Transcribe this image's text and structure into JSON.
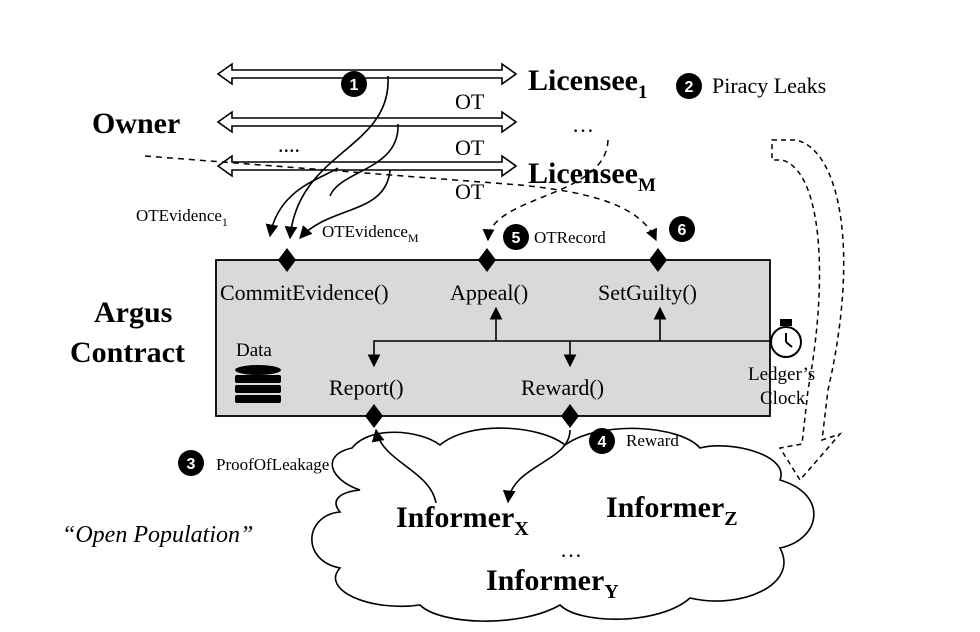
{
  "labels": {
    "owner": "Owner",
    "licensee": "Licensee",
    "licensee_sub1": "1",
    "licensee_subM": "M",
    "ot": "OT",
    "ellipsis_h": "....",
    "ellipsis_v": "…",
    "piracy_leaks": "Piracy Leaks",
    "ot_evidence": "OTEvidence",
    "ot_evidence_sub1": "1",
    "ot_evidence_subM": "M",
    "ot_record": "OTRecord",
    "argus": "Argus",
    "contract": "Contract",
    "data": "Data",
    "ledger_clock_line1": "Ledger’s",
    "ledger_clock_line2": "Clock",
    "proof_of_leakage": "ProofOfLeakage",
    "reward_label": "Reward",
    "open_population": "“Open Population”",
    "informer": "Informer",
    "informer_x": "X",
    "informer_y": "Y",
    "informer_z": "Z",
    "informer_ellipsis": "…"
  },
  "functions": {
    "commit_evidence": "CommitEvidence()",
    "appeal": "Appeal()",
    "set_guilty": "SetGuilty()",
    "report": "Report()",
    "reward": "Reward()"
  },
  "badges": [
    "1",
    "2",
    "3",
    "4",
    "5",
    "6"
  ],
  "colors": {
    "contract_fill": "#d9d9d9",
    "stroke": "#000000",
    "badge": "#000000"
  }
}
